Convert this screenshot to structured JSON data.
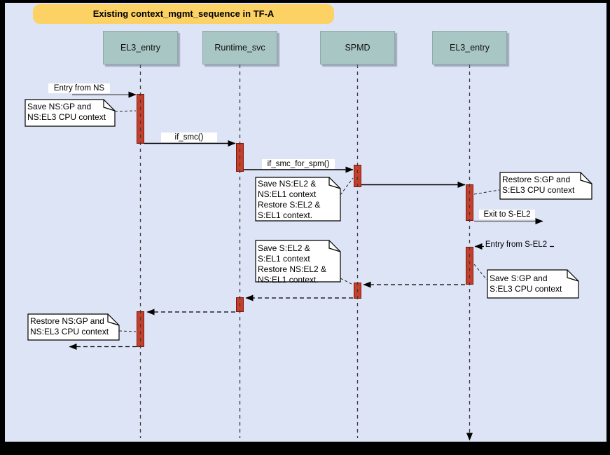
{
  "diagram": {
    "title": "Existing context_mgmt_sequence in TF-A",
    "lifelines": [
      {
        "name": "EL3_entry"
      },
      {
        "name": "Runtime_svc"
      },
      {
        "name": "SPMD"
      },
      {
        "name": "EL3_entry"
      }
    ],
    "messages": {
      "entry_from_ns": "Entry from NS",
      "if_smc": "if_smc()",
      "if_smc_for_spm": "if_smc_for_spm()",
      "exit_to_s_el2": "Exit to S-EL2",
      "entry_from_s_el2": "Entry from S-EL2"
    },
    "notes": [
      {
        "text": "Save NS:GP and\nNS:EL3 CPU context"
      },
      {
        "text": "Save NS:EL2 &\nNS:EL1 context\nRestore S:EL2 &\nS:EL1 context."
      },
      {
        "text": "Restore S:GP and\nS:EL3 CPU context"
      },
      {
        "text": "Save S:EL2 &\nS:EL1 context\nRestore NS:EL2 &\nNS:EL1 context."
      },
      {
        "text": "Save S:GP and\nS:EL3 CPU context"
      },
      {
        "text": "Restore NS:GP and\nNS:EL3 CPU context"
      }
    ],
    "colors": {
      "background": "#dde4f6",
      "frame": "#000000",
      "title_fill": "#fcd265",
      "lifeline_header_fill": "#a8c6c3",
      "activation_fill": "#c5402b",
      "activation_border": "#7f150b",
      "note_fill": "#ffffff"
    }
  }
}
